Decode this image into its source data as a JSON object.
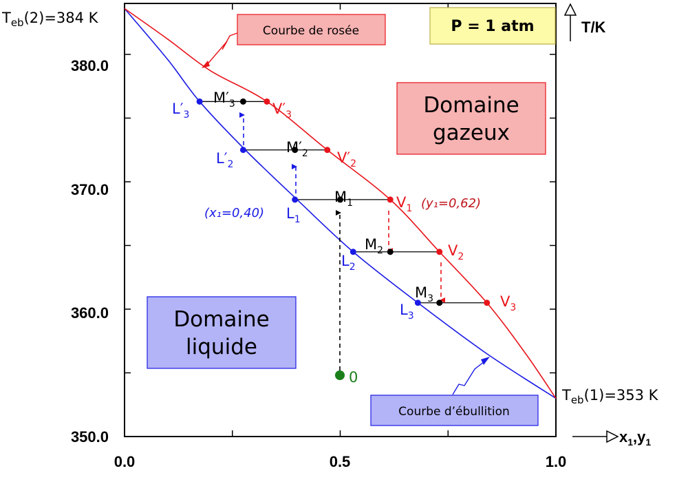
{
  "chart_data": {
    "type": "line",
    "title": "",
    "xlabel": "x₁,y₁",
    "xlabel_main": "x",
    "xlabel_sub1": "1",
    "xlabel_sep": ",y",
    "xlabel_sub2": "1",
    "ylabel": "T/K",
    "xlim": [
      0,
      1
    ],
    "ylim": [
      350,
      384
    ],
    "x_ticks": [
      "0.0",
      "0.5",
      "1.0"
    ],
    "y_ticks": [
      "350.0",
      "360.0",
      "370.0",
      "380.0"
    ],
    "grid": false,
    "pressure_label": "P = 1 atm",
    "colors": {
      "dew": "#e8141b",
      "boil": "#1a1ae6",
      "point_black": "#000000",
      "origin": "#1a7f1a",
      "red_box": "#f7b2b2",
      "blue_box": "#b3b3f7",
      "yellow_box": "#fdfaa8"
    },
    "series": [
      {
        "name": "Courbe de rosée",
        "x": [
          0,
          0.1,
          0.2,
          0.33,
          0.47,
          0.616,
          0.73,
          0.84,
          0.93,
          1.0
        ],
        "y": [
          383.6,
          381.2,
          378.7,
          376.3,
          372.5,
          368.6,
          364.5,
          360.5,
          356.5,
          353.0
        ]
      },
      {
        "name": "Courbe d'ébullition",
        "x": [
          0,
          0.1,
          0.174,
          0.28,
          0.4,
          0.53,
          0.68,
          0.84,
          1.0
        ],
        "y": [
          383.6,
          379.6,
          376.3,
          372.5,
          368.6,
          364.5,
          360.5,
          356.5,
          353.0
        ]
      }
    ],
    "teb_top": {
      "pre": "T",
      "sub": "eb",
      "post": "(2)=384 K"
    },
    "teb_bottom": {
      "pre": "T",
      "sub": "eb",
      "post": "(1)=353 K"
    },
    "points": [
      {
        "label": "L′",
        "sub": "3",
        "x": 0.174,
        "y": 376.3,
        "color": "blue"
      },
      {
        "label": "M′",
        "sub": "3",
        "x": 0.275,
        "y": 376.3,
        "color": "black"
      },
      {
        "label": "V′",
        "sub": "3",
        "x": 0.33,
        "y": 376.3,
        "color": "red"
      },
      {
        "label": "L′",
        "sub": "2",
        "x": 0.275,
        "y": 372.5,
        "color": "blue"
      },
      {
        "label": "M′",
        "sub": "2",
        "x": 0.395,
        "y": 372.5,
        "color": "black"
      },
      {
        "label": "V′",
        "sub": "2",
        "x": 0.47,
        "y": 372.5,
        "color": "red"
      },
      {
        "label": "L",
        "sub": "1",
        "x": 0.395,
        "y": 368.6,
        "color": "blue"
      },
      {
        "label": "M",
        "sub": "1",
        "x": 0.5,
        "y": 368.6,
        "color": "black"
      },
      {
        "label": "V",
        "sub": "1",
        "x": 0.616,
        "y": 368.6,
        "color": "red"
      },
      {
        "label": "L",
        "sub": "2",
        "x": 0.53,
        "y": 364.5,
        "color": "blue"
      },
      {
        "label": "M",
        "sub": "2",
        "x": 0.616,
        "y": 364.5,
        "color": "black"
      },
      {
        "label": "V",
        "sub": "2",
        "x": 0.73,
        "y": 364.5,
        "color": "red"
      },
      {
        "label": "L",
        "sub": "3",
        "x": 0.68,
        "y": 360.5,
        "color": "blue"
      },
      {
        "label": "M",
        "sub": "3",
        "x": 0.73,
        "y": 360.5,
        "color": "black"
      },
      {
        "label": "V",
        "sub": "3",
        "x": 0.84,
        "y": 360.5,
        "color": "red"
      }
    ],
    "origin_point": {
      "label": "0",
      "x": 0.5,
      "y": 355.0
    },
    "annotations": {
      "x1_note": "(x₁=0,40)",
      "y1_note": "(y₁=0,62)",
      "dew_label": "Courbe de rosée",
      "boil_label": "Courbe d’ébullition",
      "gas_domain": [
        "Domaine",
        "gazeux"
      ],
      "liquid_domain": [
        "Domaine",
        "liquide"
      ]
    }
  }
}
